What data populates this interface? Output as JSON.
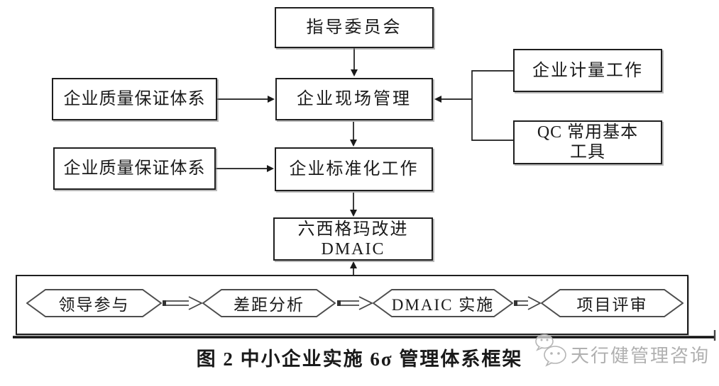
{
  "figure": {
    "caption": "图 2  中小企业实施 6σ 管理体系框架",
    "watermark": "天行健管理咨询"
  },
  "nodes": {
    "steering": "指导委员会",
    "qa_top": "企业质量保证体系",
    "site_mgmt": "企业现场管理",
    "metrology": "企业计量工作",
    "qc_line1": "QC 常用基本",
    "qc_line2": "工具",
    "qa_bottom": "企业质量保证体系",
    "standardization": "企业标准化工作",
    "sixsigma_line1": "六西格玛改进",
    "sixsigma_line2": "DMAIC",
    "phase_leadership": "领导参与",
    "phase_gap": "差距分析",
    "phase_dmaic": "DMAIC 实施",
    "phase_review": "项目评审"
  },
  "colors": {
    "connector_line": "#1a1a1a",
    "hexagon_stroke": "#4d4d4d",
    "watermark_gray": "#b0b0b0"
  }
}
